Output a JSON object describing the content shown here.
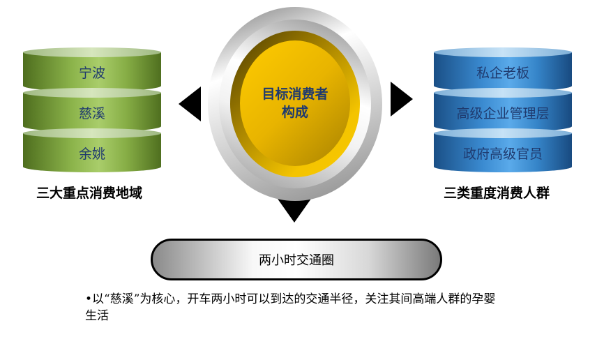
{
  "left_stack": {
    "items": [
      "宁波",
      "慈溪",
      "余姚"
    ],
    "caption": "三大重点消费地域"
  },
  "right_stack": {
    "items": [
      "私企老板",
      "高级企业管理层",
      "政府高级官员"
    ],
    "caption": "三类重度消费人群"
  },
  "center": {
    "line1": "目标消费者",
    "line2": "构成"
  },
  "pill": {
    "label": "两小时交通圈"
  },
  "note": {
    "bullet": "•",
    "text": "以“慈溪”为核心，开车两小时可以到达的交通半径，关注其间高端人群的孕婴生活"
  },
  "colors": {
    "green": "#8bb34a",
    "blue": "#3a8ad0",
    "gold": "#f4c400",
    "text_blue": "#1f3a6e"
  }
}
